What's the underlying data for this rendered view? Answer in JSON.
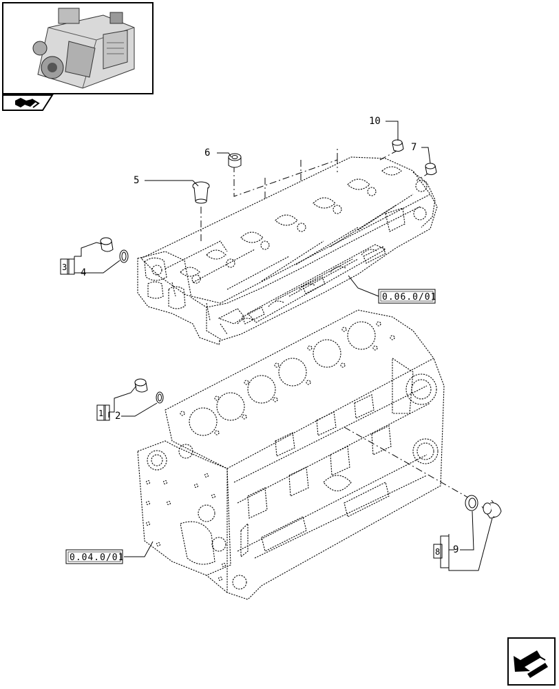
{
  "thumbnail": {
    "icon": "engine-thumbnail"
  },
  "tab_icon": "book-nav-icon",
  "nav_icon": "next-page-arrow-icon",
  "callouts": {
    "c1": "1",
    "c2": "2",
    "c3": "3",
    "c4": "4",
    "c5": "5",
    "c6": "6",
    "c7": "7",
    "c8": "8",
    "c9": "9",
    "c10": "10"
  },
  "references": {
    "cylinder_head": "0.06.0/01",
    "crankcase": "0.04.0/01"
  }
}
